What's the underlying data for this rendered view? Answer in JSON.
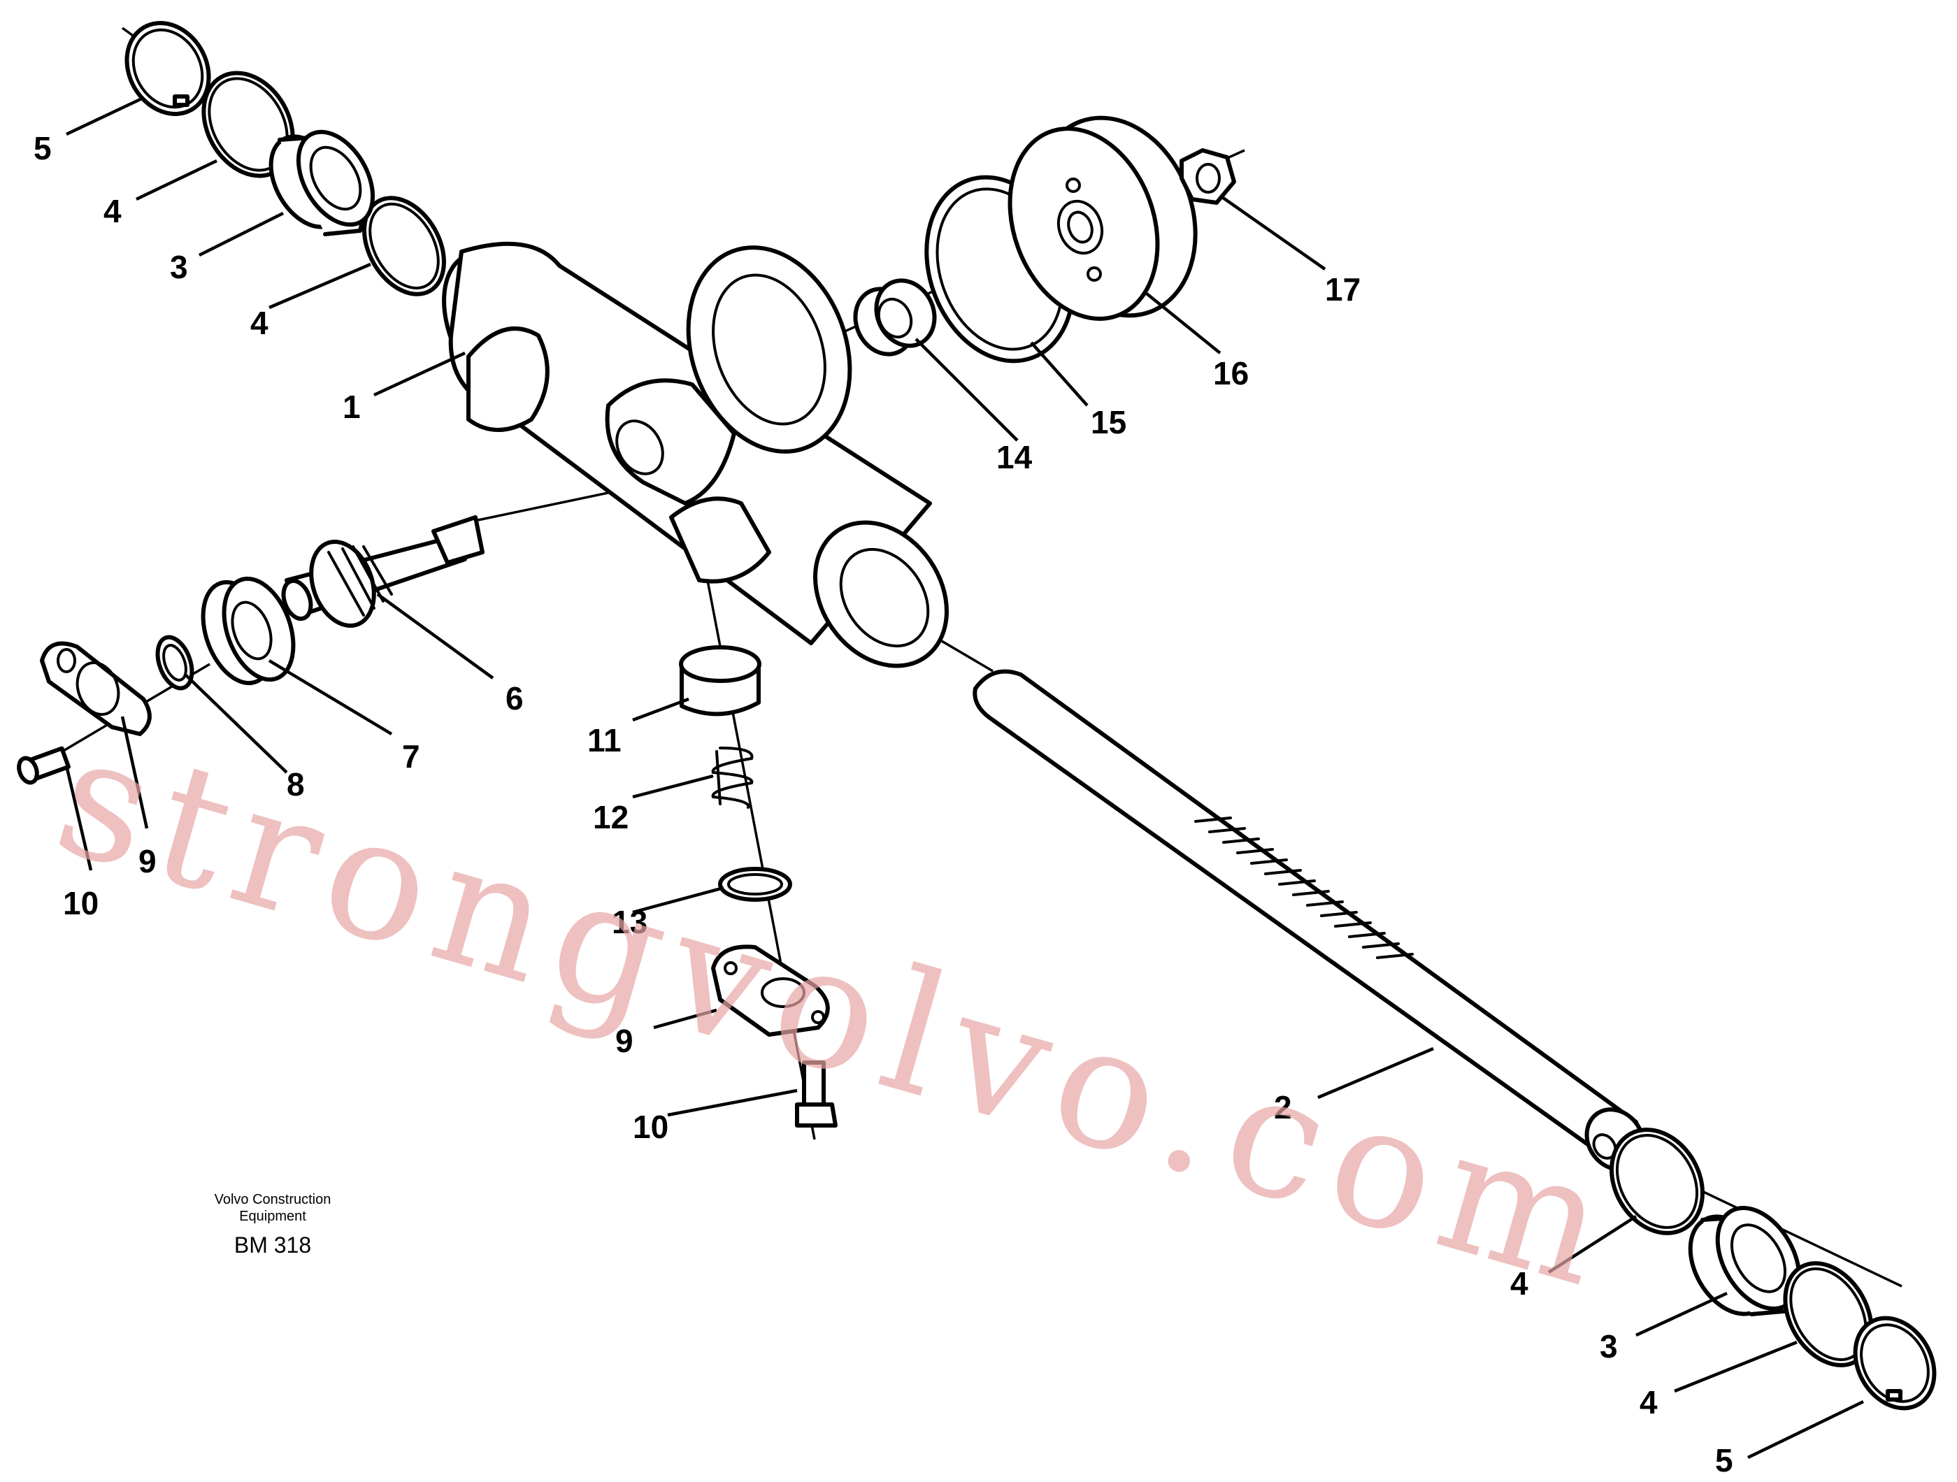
{
  "callouts": {
    "c1": "1",
    "c2": "2",
    "c3a": "3",
    "c3b": "3",
    "c4a": "4",
    "c4b": "4",
    "c4c": "4",
    "c4d": "4",
    "c5a": "5",
    "c5b": "5",
    "c6": "6",
    "c7": "7",
    "c8": "8",
    "c9a": "9",
    "c9b": "9",
    "c10a": "10",
    "c10b": "10",
    "c11": "11",
    "c12": "12",
    "c13": "13",
    "c14": "14",
    "c15": "15",
    "c16": "16",
    "c17": "17"
  },
  "credit": {
    "line1": "Volvo Construction",
    "line2": "Equipment",
    "ref": "BM 318"
  },
  "watermark": "strongvolvo.com"
}
